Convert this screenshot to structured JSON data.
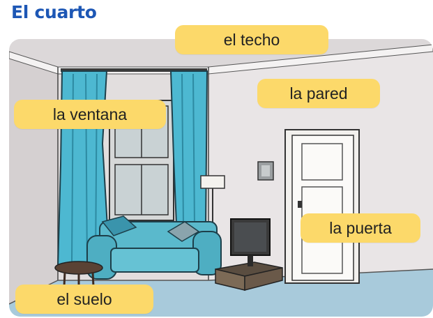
{
  "title": "El cuarto",
  "labels": {
    "ceiling": "el techo",
    "wall": "la pared",
    "window": "la ventana",
    "door": "la puerta",
    "floor": "el suelo"
  },
  "colors": {
    "title": "#1d57b5",
    "label_bg": "#fcd96a",
    "curtain": "#4db8d1",
    "sofa": "#5ab9cc",
    "floor": "#a8cadb",
    "wall": "#e8e3e4"
  }
}
